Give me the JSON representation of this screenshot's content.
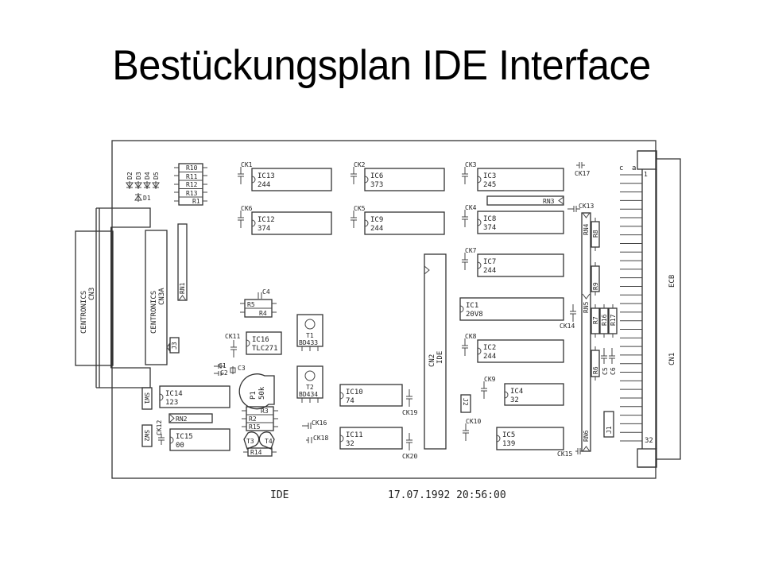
{
  "title": "Bestückungsplan IDE Interface",
  "footer": {
    "name": "IDE",
    "timestamp": "17.07.1992 20:56:00"
  },
  "colors": {
    "ink": "#333333",
    "background": "#ffffff"
  },
  "diodes": [
    "D2",
    "D3",
    "D4",
    "D5"
  ],
  "diode_single": "D1",
  "resistor_stack": [
    "R10",
    "R11",
    "R12",
    "R13",
    "R1"
  ],
  "ics": [
    {
      "ref": "IC13",
      "type": "244",
      "cap": "CK1"
    },
    {
      "ref": "IC6",
      "type": "373",
      "cap": "CK2"
    },
    {
      "ref": "IC3",
      "type": "245",
      "cap": "CK3"
    },
    {
      "ref": "IC12",
      "type": "374",
      "cap": "CK6"
    },
    {
      "ref": "IC9",
      "type": "244",
      "cap": "CK5"
    },
    {
      "ref": "IC8",
      "type": "374",
      "cap": "CK4"
    },
    {
      "ref": "IC7",
      "type": "244",
      "cap": "CK7"
    },
    {
      "ref": "IC1",
      "type": "20V8",
      "cap": "CK14"
    },
    {
      "ref": "IC2",
      "type": "244",
      "cap": "CK8"
    },
    {
      "ref": "IC4",
      "type": "32",
      "cap": "CK9"
    },
    {
      "ref": "IC5",
      "type": "139",
      "cap": "CK10"
    },
    {
      "ref": "IC10",
      "type": "74",
      "cap": "CK19"
    },
    {
      "ref": "IC11",
      "type": "32",
      "cap": "CK20"
    },
    {
      "ref": "IC14",
      "type": "123",
      "cap": ""
    },
    {
      "ref": "IC15",
      "type": "00",
      "cap": "CK12"
    },
    {
      "ref": "IC16",
      "type": "TLC271",
      "cap": "CK11"
    }
  ],
  "resistor_networks": [
    "RN1",
    "RN2",
    "RN3",
    "RN4",
    "RN5",
    "RN6"
  ],
  "resistors": [
    "R8",
    "R9",
    "R7",
    "R16",
    "R17",
    "R6",
    "R5",
    "R4",
    "R3",
    "R2",
    "R15",
    "R14"
  ],
  "capacitors": [
    "C4",
    "C1",
    "C2",
    "C3",
    "C5",
    "C6",
    "CK13",
    "CK15",
    "CK16",
    "CK17",
    "CK18"
  ],
  "transistors": [
    {
      "ref": "T1",
      "type": "BD433"
    },
    {
      "ref": "T2",
      "type": "BD434"
    },
    {
      "ref": "T3",
      "type": ""
    },
    {
      "ref": "T4",
      "type": ""
    }
  ],
  "potentiometer": {
    "ref": "P1",
    "value": "50k"
  },
  "jumpers": [
    "J1",
    "J2",
    "J3"
  ],
  "switches": [
    "SW1",
    "SW2"
  ],
  "connectors": {
    "cn3": {
      "name": "CENTRONICS",
      "ref": "CN3"
    },
    "cn3a": {
      "name": "CENTRONICS",
      "ref": "CN3A"
    },
    "cn2": {
      "ref": "CN2",
      "name": "IDE"
    },
    "cn1": {
      "ref": "CN1",
      "bus": "ECB",
      "row_c": "c",
      "row_a": "a",
      "pin_first": "1",
      "pin_last": "32"
    }
  }
}
